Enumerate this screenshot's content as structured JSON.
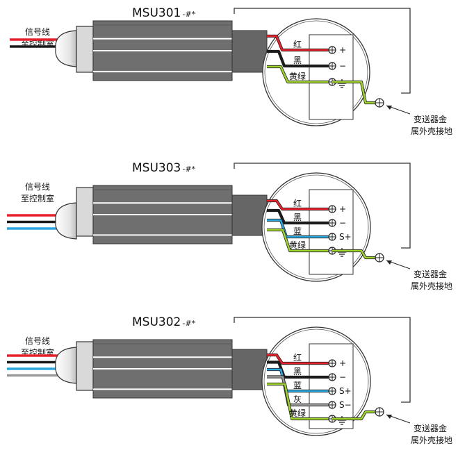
{
  "diagrams": [
    {
      "model": "MSU301",
      "suffix": "-#*",
      "signal_label_1": "信号线",
      "signal_label_2": "至控制室",
      "wires": [
        {
          "name": "红",
          "color": "#e8202a",
          "terminal": "+"
        },
        {
          "name": "黑",
          "color": "#1a1a1a",
          "terminal": "−"
        },
        {
          "name": "黄绿",
          "color": "#9ed22c",
          "terminal": "⏚"
        }
      ],
      "ground_label_1": "变送器金",
      "ground_label_2": "属外壳接地"
    },
    {
      "model": "MSU303",
      "suffix": "-#*",
      "signal_label_1": "信号线",
      "signal_label_2": "至控制室",
      "wires": [
        {
          "name": "红",
          "color": "#e8202a",
          "terminal": "+"
        },
        {
          "name": "黑",
          "color": "#1a1a1a",
          "terminal": "−"
        },
        {
          "name": "蓝",
          "color": "#2aa7e0",
          "terminal": "S+"
        },
        {
          "name": "黄绿",
          "color": "#9ed22c",
          "terminal": "⏚"
        }
      ],
      "ground_label_1": "变送器金",
      "ground_label_2": "属外壳接地"
    },
    {
      "model": "MSU302",
      "suffix": "-#*",
      "signal_label_1": "信号线",
      "signal_label_2": "至控制室",
      "wires": [
        {
          "name": "红",
          "color": "#e8202a",
          "terminal": "+"
        },
        {
          "name": "黑",
          "color": "#1a1a1a",
          "terminal": "−"
        },
        {
          "name": "蓝",
          "color": "#2aa7e0",
          "terminal": "S+"
        },
        {
          "name": "灰",
          "color": "#9a9a9a",
          "terminal": "S−"
        },
        {
          "name": "黄绿",
          "color": "#9ed22c",
          "terminal": "⏚"
        }
      ],
      "ground_label_1": "变送器金",
      "ground_label_2": "属外壳接地"
    }
  ]
}
